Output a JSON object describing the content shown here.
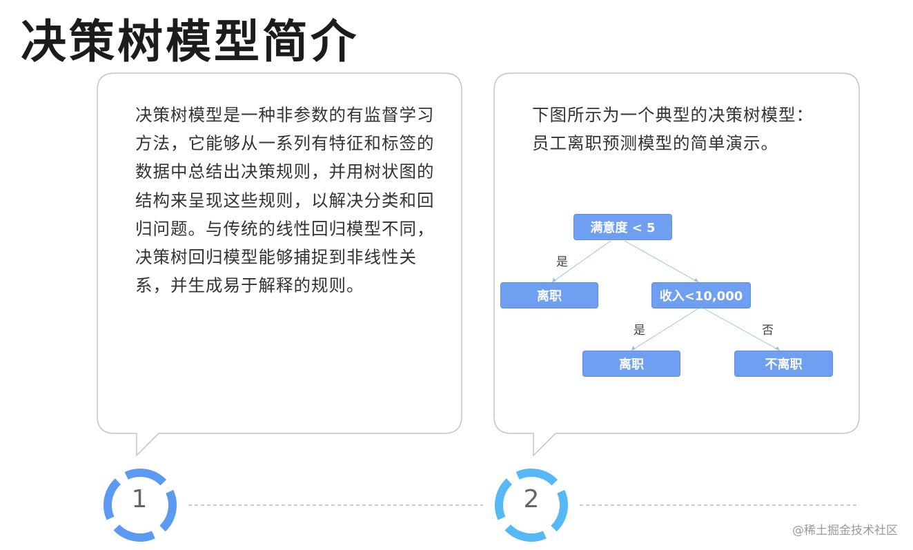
{
  "title": "决策树模型简介",
  "left_card": {
    "text": "决策树模型是一种非参数的有监督学习方法，它能够从一系列有特征和标签的数据中总结出决策规则，并用树状图的结构来呈现这些规则，以解决分类和回归问题。与传统的线性回归模型不同，决策树回归模型能够捕捉到非线性关系，并生成易于解释的规则。"
  },
  "right_card": {
    "text": "下图所示为一个典型的决策树模型：员工离职预测模型的简单演示。"
  },
  "tree": {
    "root": "满意度 < 5",
    "left_leaf": "离职",
    "right_node": "收入<10,000",
    "bottom_left_leaf": "离职",
    "bottom_right_leaf": "不离职",
    "edge_yes_1": "是",
    "edge_yes_2": "是",
    "edge_no": "否"
  },
  "steps": [
    "1",
    "2"
  ],
  "colors": {
    "node_fill": "#6f9ff0",
    "ring_1": "#5b9af0",
    "ring_2": "#56b8f5",
    "card_border": "#c4c4c4"
  },
  "watermark": "@稀土掘金技术社区"
}
